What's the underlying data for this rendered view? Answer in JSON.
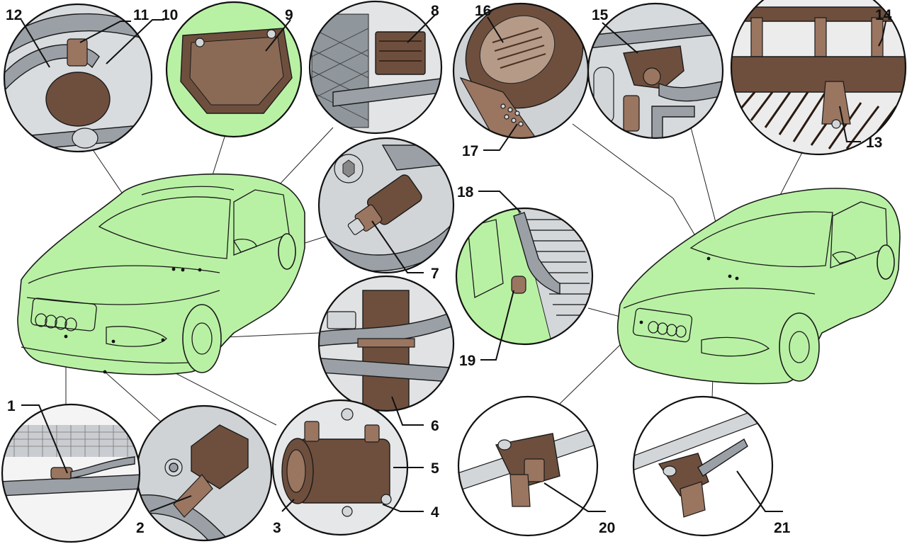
{
  "callouts": [
    {
      "id": "1",
      "label": "1"
    },
    {
      "id": "2",
      "label": "2"
    },
    {
      "id": "3",
      "label": "3"
    },
    {
      "id": "4",
      "label": "4"
    },
    {
      "id": "5",
      "label": "5"
    },
    {
      "id": "6",
      "label": "6"
    },
    {
      "id": "7",
      "label": "7"
    },
    {
      "id": "8",
      "label": "8"
    },
    {
      "id": "9",
      "label": "9"
    },
    {
      "id": "10",
      "label": "10"
    },
    {
      "id": "11",
      "label": "11"
    },
    {
      "id": "12",
      "label": "12"
    },
    {
      "id": "13",
      "label": "13"
    },
    {
      "id": "14",
      "label": "14"
    },
    {
      "id": "15",
      "label": "15"
    },
    {
      "id": "16",
      "label": "16"
    },
    {
      "id": "17",
      "label": "17"
    },
    {
      "id": "18",
      "label": "18"
    },
    {
      "id": "19",
      "label": "19"
    },
    {
      "id": "20",
      "label": "20"
    },
    {
      "id": "21",
      "label": "21"
    }
  ],
  "colors": {
    "car_body": "#b9f1a4",
    "component": "#6e4f3d",
    "pipe": "#9aa0a6",
    "outline": "#111111"
  }
}
